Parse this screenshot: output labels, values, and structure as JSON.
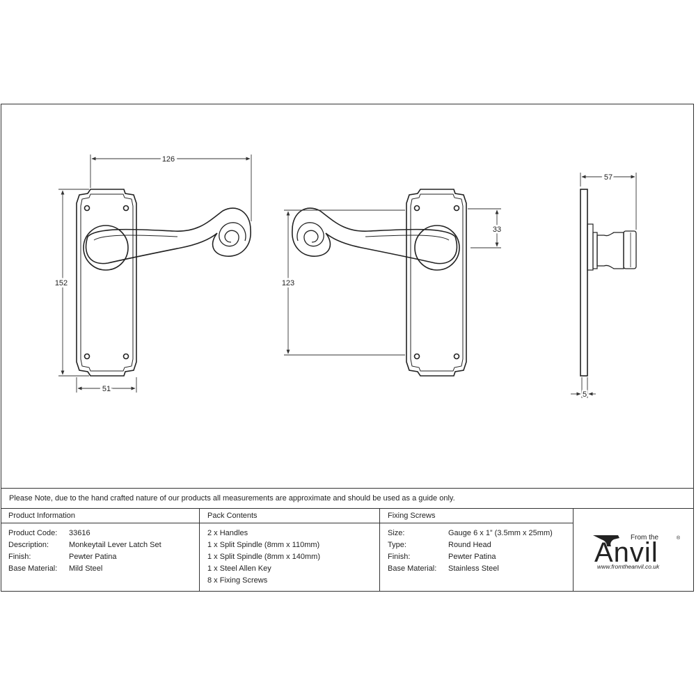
{
  "dimensions": {
    "front_width_overall": "126",
    "front_height": "152",
    "front_plate_width": "51",
    "back_height": "123",
    "back_rose_offset": "33",
    "side_depth": "57",
    "side_plate_thickness": "5"
  },
  "note": "Please Note, due to the hand crafted nature of our products all measurements are approximate and should be used as a guide only.",
  "product_info": {
    "title": "Product Information",
    "rows": [
      {
        "label": "Product Code:",
        "value": "33616"
      },
      {
        "label": "Description:",
        "value": "Monkeytail Lever Latch Set"
      },
      {
        "label": "Finish:",
        "value": "Pewter Patina"
      },
      {
        "label": "Base Material:",
        "value": "Mild Steel"
      }
    ]
  },
  "pack_contents": {
    "title": "Pack Contents",
    "items": [
      "2 x Handles",
      "1 x Split Spindle (8mm x 110mm)",
      "1 x Split Spindle (8mm x 140mm)",
      "1 x Steel Allen Key",
      "8 x Fixing Screws"
    ]
  },
  "fixing_screws": {
    "title": "Fixing Screws",
    "rows": [
      {
        "label": "Size:",
        "value": "Gauge 6 x 1” (3.5mm x 25mm)"
      },
      {
        "label": "Type:",
        "value": "Round Head"
      },
      {
        "label": "Finish:",
        "value": "Pewter Patina"
      },
      {
        "label": "Base Material:",
        "value": "Stainless Steel"
      }
    ]
  },
  "logo": {
    "from_the": "From the",
    "brand": "Anvil",
    "registered": "®",
    "url": "www.fromtheanvil.co.uk"
  }
}
